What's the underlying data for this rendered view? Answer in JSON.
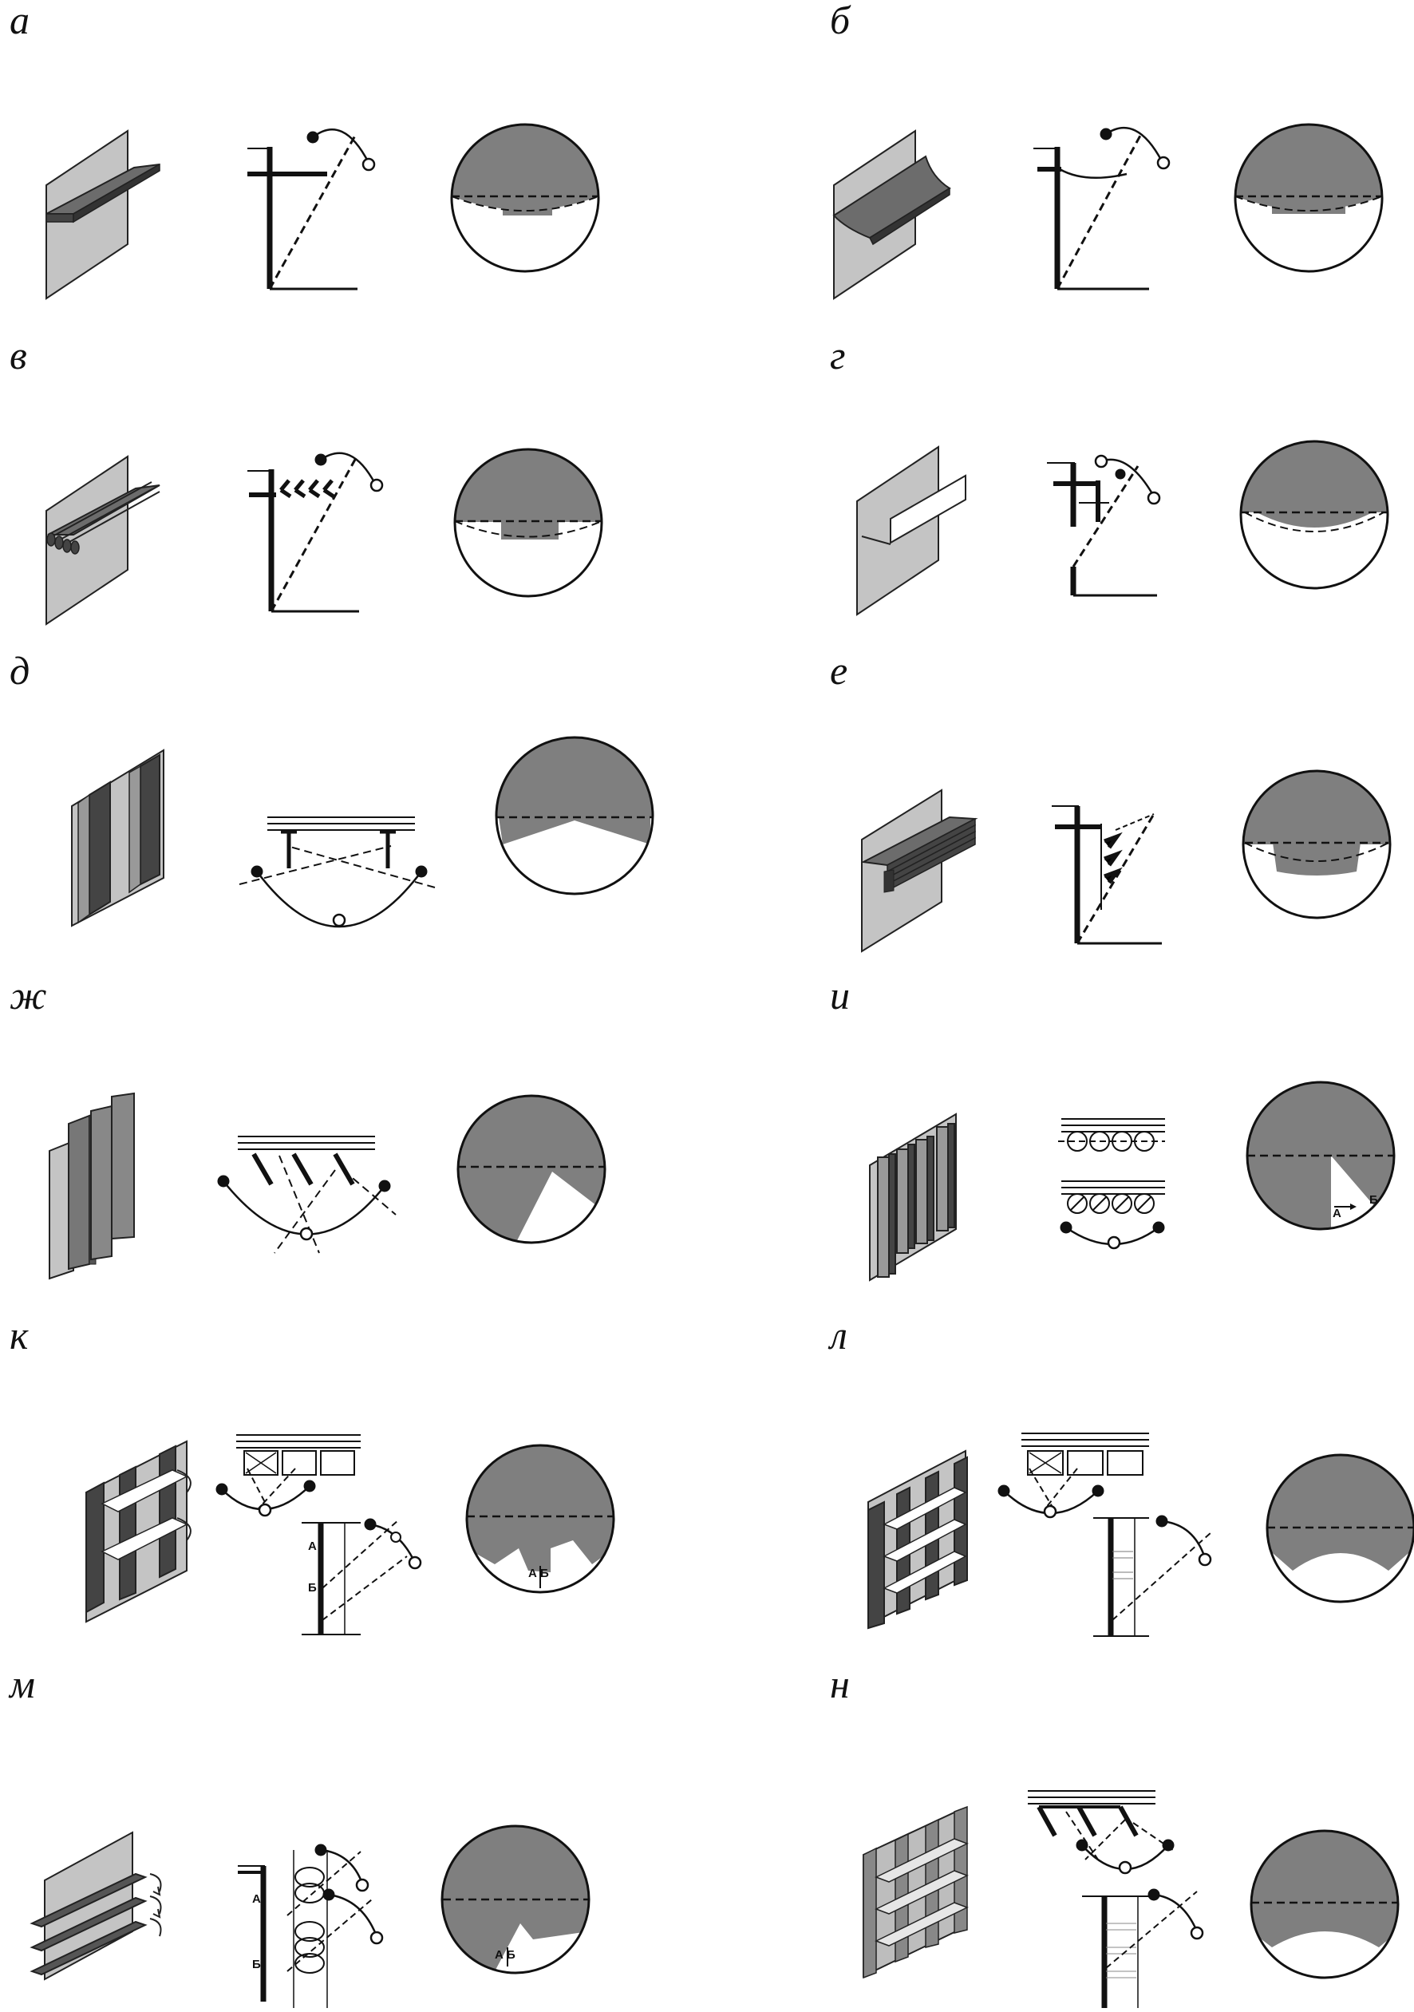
{
  "panels": [
    {
      "id": "a",
      "label": "а"
    },
    {
      "id": "b",
      "label": "б"
    },
    {
      "id": "v",
      "label": "в"
    },
    {
      "id": "g",
      "label": "г"
    },
    {
      "id": "d",
      "label": "д"
    },
    {
      "id": "e",
      "label": "е"
    },
    {
      "id": "zh",
      "label": "ж"
    },
    {
      "id": "i",
      "label": "и"
    },
    {
      "id": "k",
      "label": "к"
    },
    {
      "id": "l",
      "label": "л"
    },
    {
      "id": "m",
      "label": "м"
    },
    {
      "id": "n",
      "label": "н"
    }
  ],
  "marks": {
    "i": {
      "a": "А",
      "b": "Б"
    },
    "k_side": {
      "a": "А",
      "b": "Б"
    },
    "k_circle": "А Б",
    "m_side": {
      "a": "А",
      "b": "Б"
    },
    "m_circle": "А Б"
  },
  "colors": {
    "dark": "#3f3f3f",
    "mid": "#7a7a7a",
    "light": "#bdbdbd",
    "sky": "#7f7f7f",
    "ink": "#111111"
  }
}
